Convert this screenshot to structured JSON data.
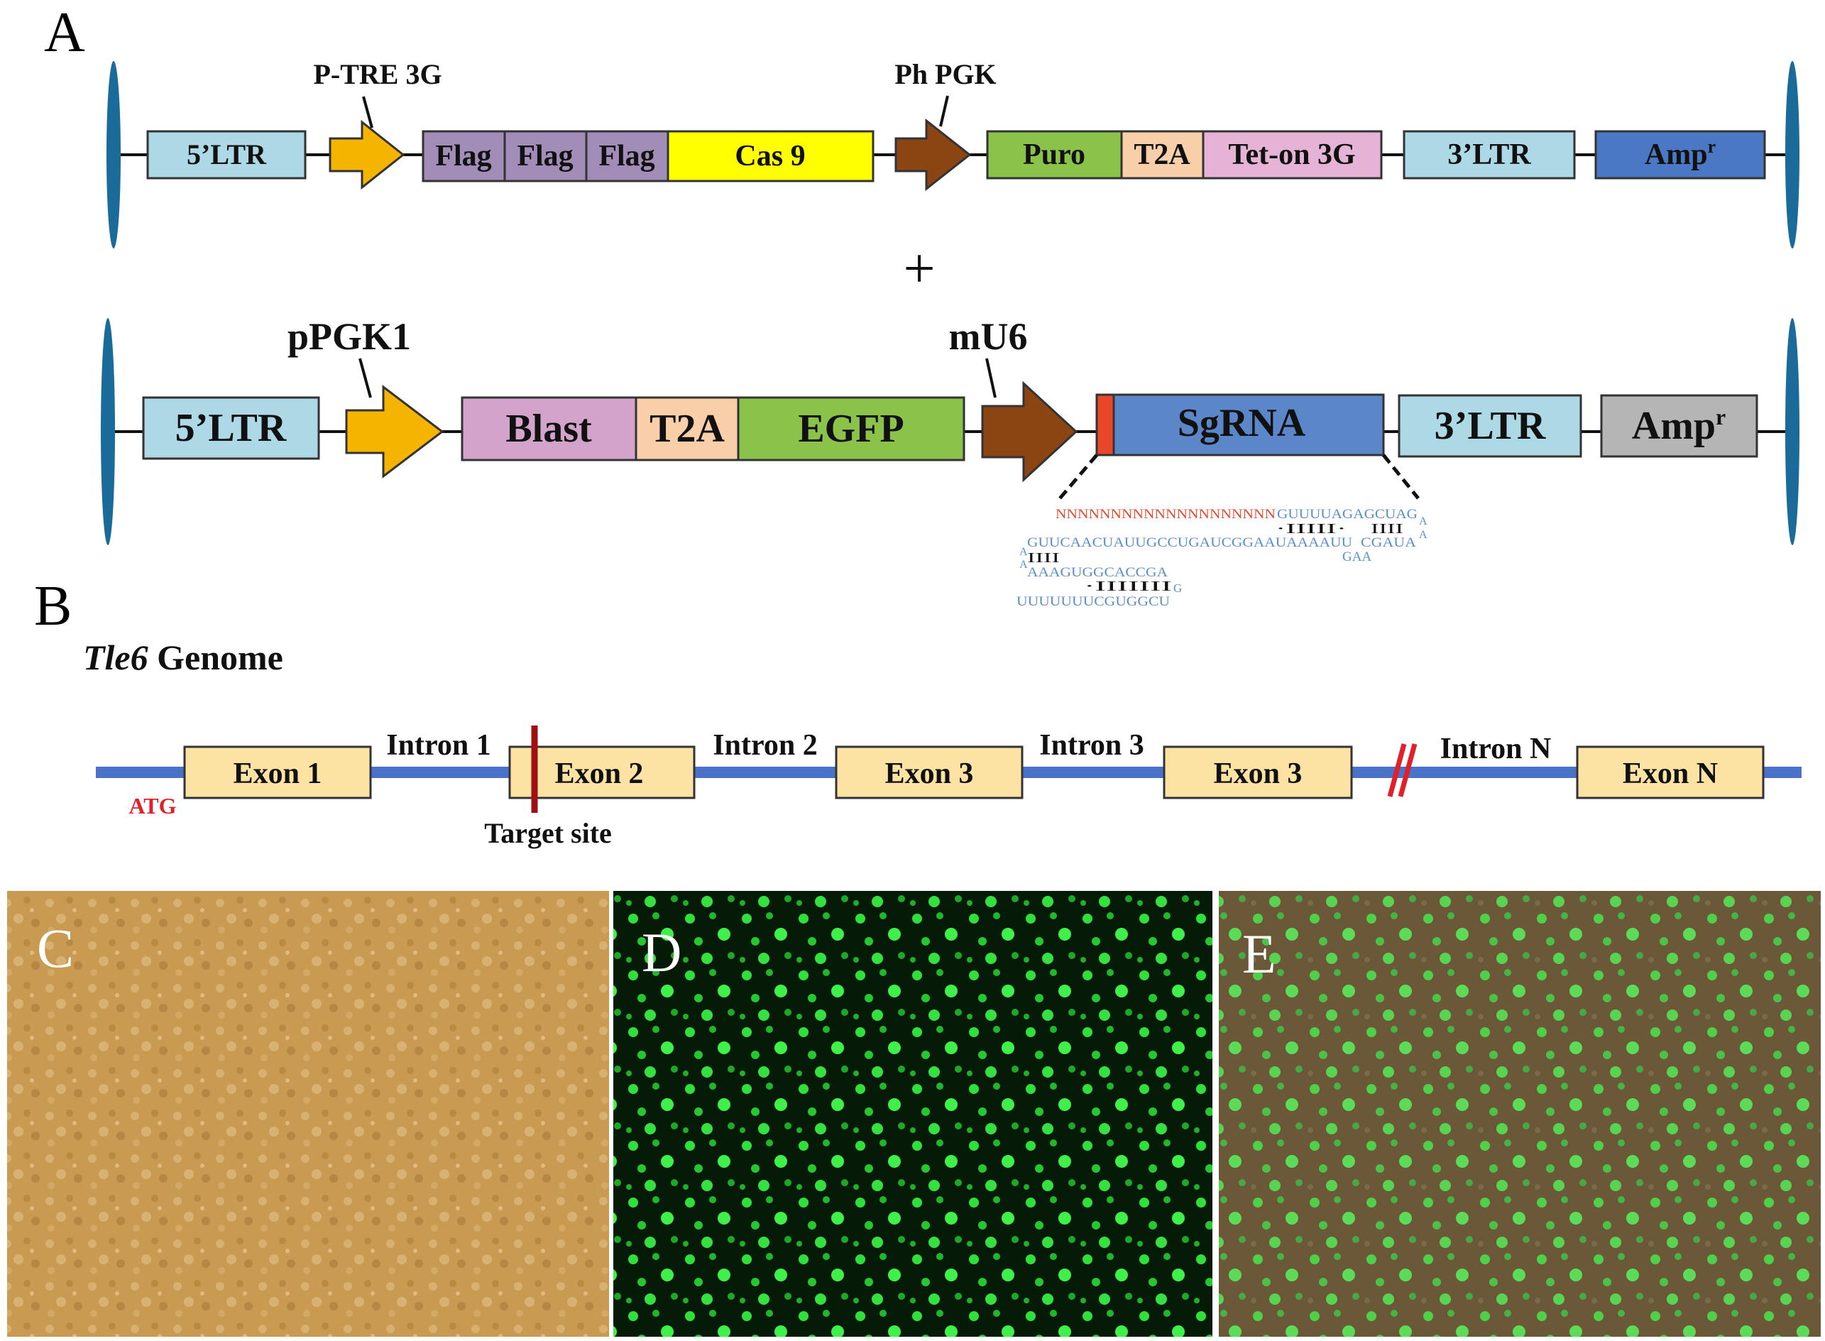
{
  "panels": {
    "a": "A",
    "b": "B",
    "c": "C",
    "d": "D",
    "e": "E"
  },
  "vector1": {
    "ltr5": "5’LTR",
    "promoter1": "P-TRE 3G",
    "flag1": "Flag",
    "flag2": "Flag",
    "flag3": "Flag",
    "cas9": "Cas 9",
    "promoter2": "Ph PGK",
    "puro": "Puro",
    "t2a": "T2A",
    "teton": "Tet-on 3G",
    "ltr3": "3’LTR",
    "amp": "Amp",
    "amp_sup": "r"
  },
  "plus": "+",
  "vector2": {
    "ltr5": "5’LTR",
    "promoter1": "pPGK1",
    "blast": "Blast",
    "t2a": "T2A",
    "egfp": "EGFP",
    "promoter2": "mU6",
    "sgrna": "SgRNA",
    "ltr3": "3’LTR",
    "amp": "Amp",
    "amp_sup": "r"
  },
  "sgrna_structure": {
    "spacer": "NNNNNNNNNNNNNNNNNNNN",
    "line1": "GUUUUAGAGCUAG",
    "pair1": "·IIIII·",
    "pair2": "IIII",
    "a1": "A",
    "a2": "A",
    "line2": "GUUCAACUAUUGCCUGAUCGGAAUAAAAUU",
    "line2b": "CGAUA",
    "loop": "GAA",
    "a3": "A",
    "a4": "A",
    "pair3": "IIII",
    "line3": "AAAGUGGCACCGA",
    "pair4": "·IIIIIII",
    "g": "G",
    "line4": "UUUUUUUCGUGGCU"
  },
  "genome": {
    "title_italic": "Tle6",
    "title_rest": " Genome",
    "atg": "ATG",
    "exon1": "Exon 1",
    "intron1": "Intron 1",
    "exon2": "Exon 2",
    "intron2": "Intron 2",
    "exon3a": "Exon 3",
    "intron3": "Intron 3",
    "exon3b": "Exon 3",
    "intronN": "Intron N",
    "exonN": "Exon N",
    "target": "Target site"
  },
  "colors": {
    "ltr": "#add8e6",
    "promoter_yellow": "#f5b400",
    "flag": "#a28cb8",
    "cas9": "#ffff00",
    "promoter_brown": "#8b4513",
    "puro": "#8bc34a",
    "t2a": "#f8cfa8",
    "teton": "#e5b3d5",
    "amp_blue": "#4a78c4",
    "amp_gray": "#b5b5b5",
    "blast": "#d4a3cc",
    "sgrna": "#5b86c8",
    "spacer": "#e8472a",
    "genome_line": "#4a72c8",
    "exon": "#fce3a4",
    "target": "#a01010",
    "ltr_terminal": "#1a6b9a"
  }
}
